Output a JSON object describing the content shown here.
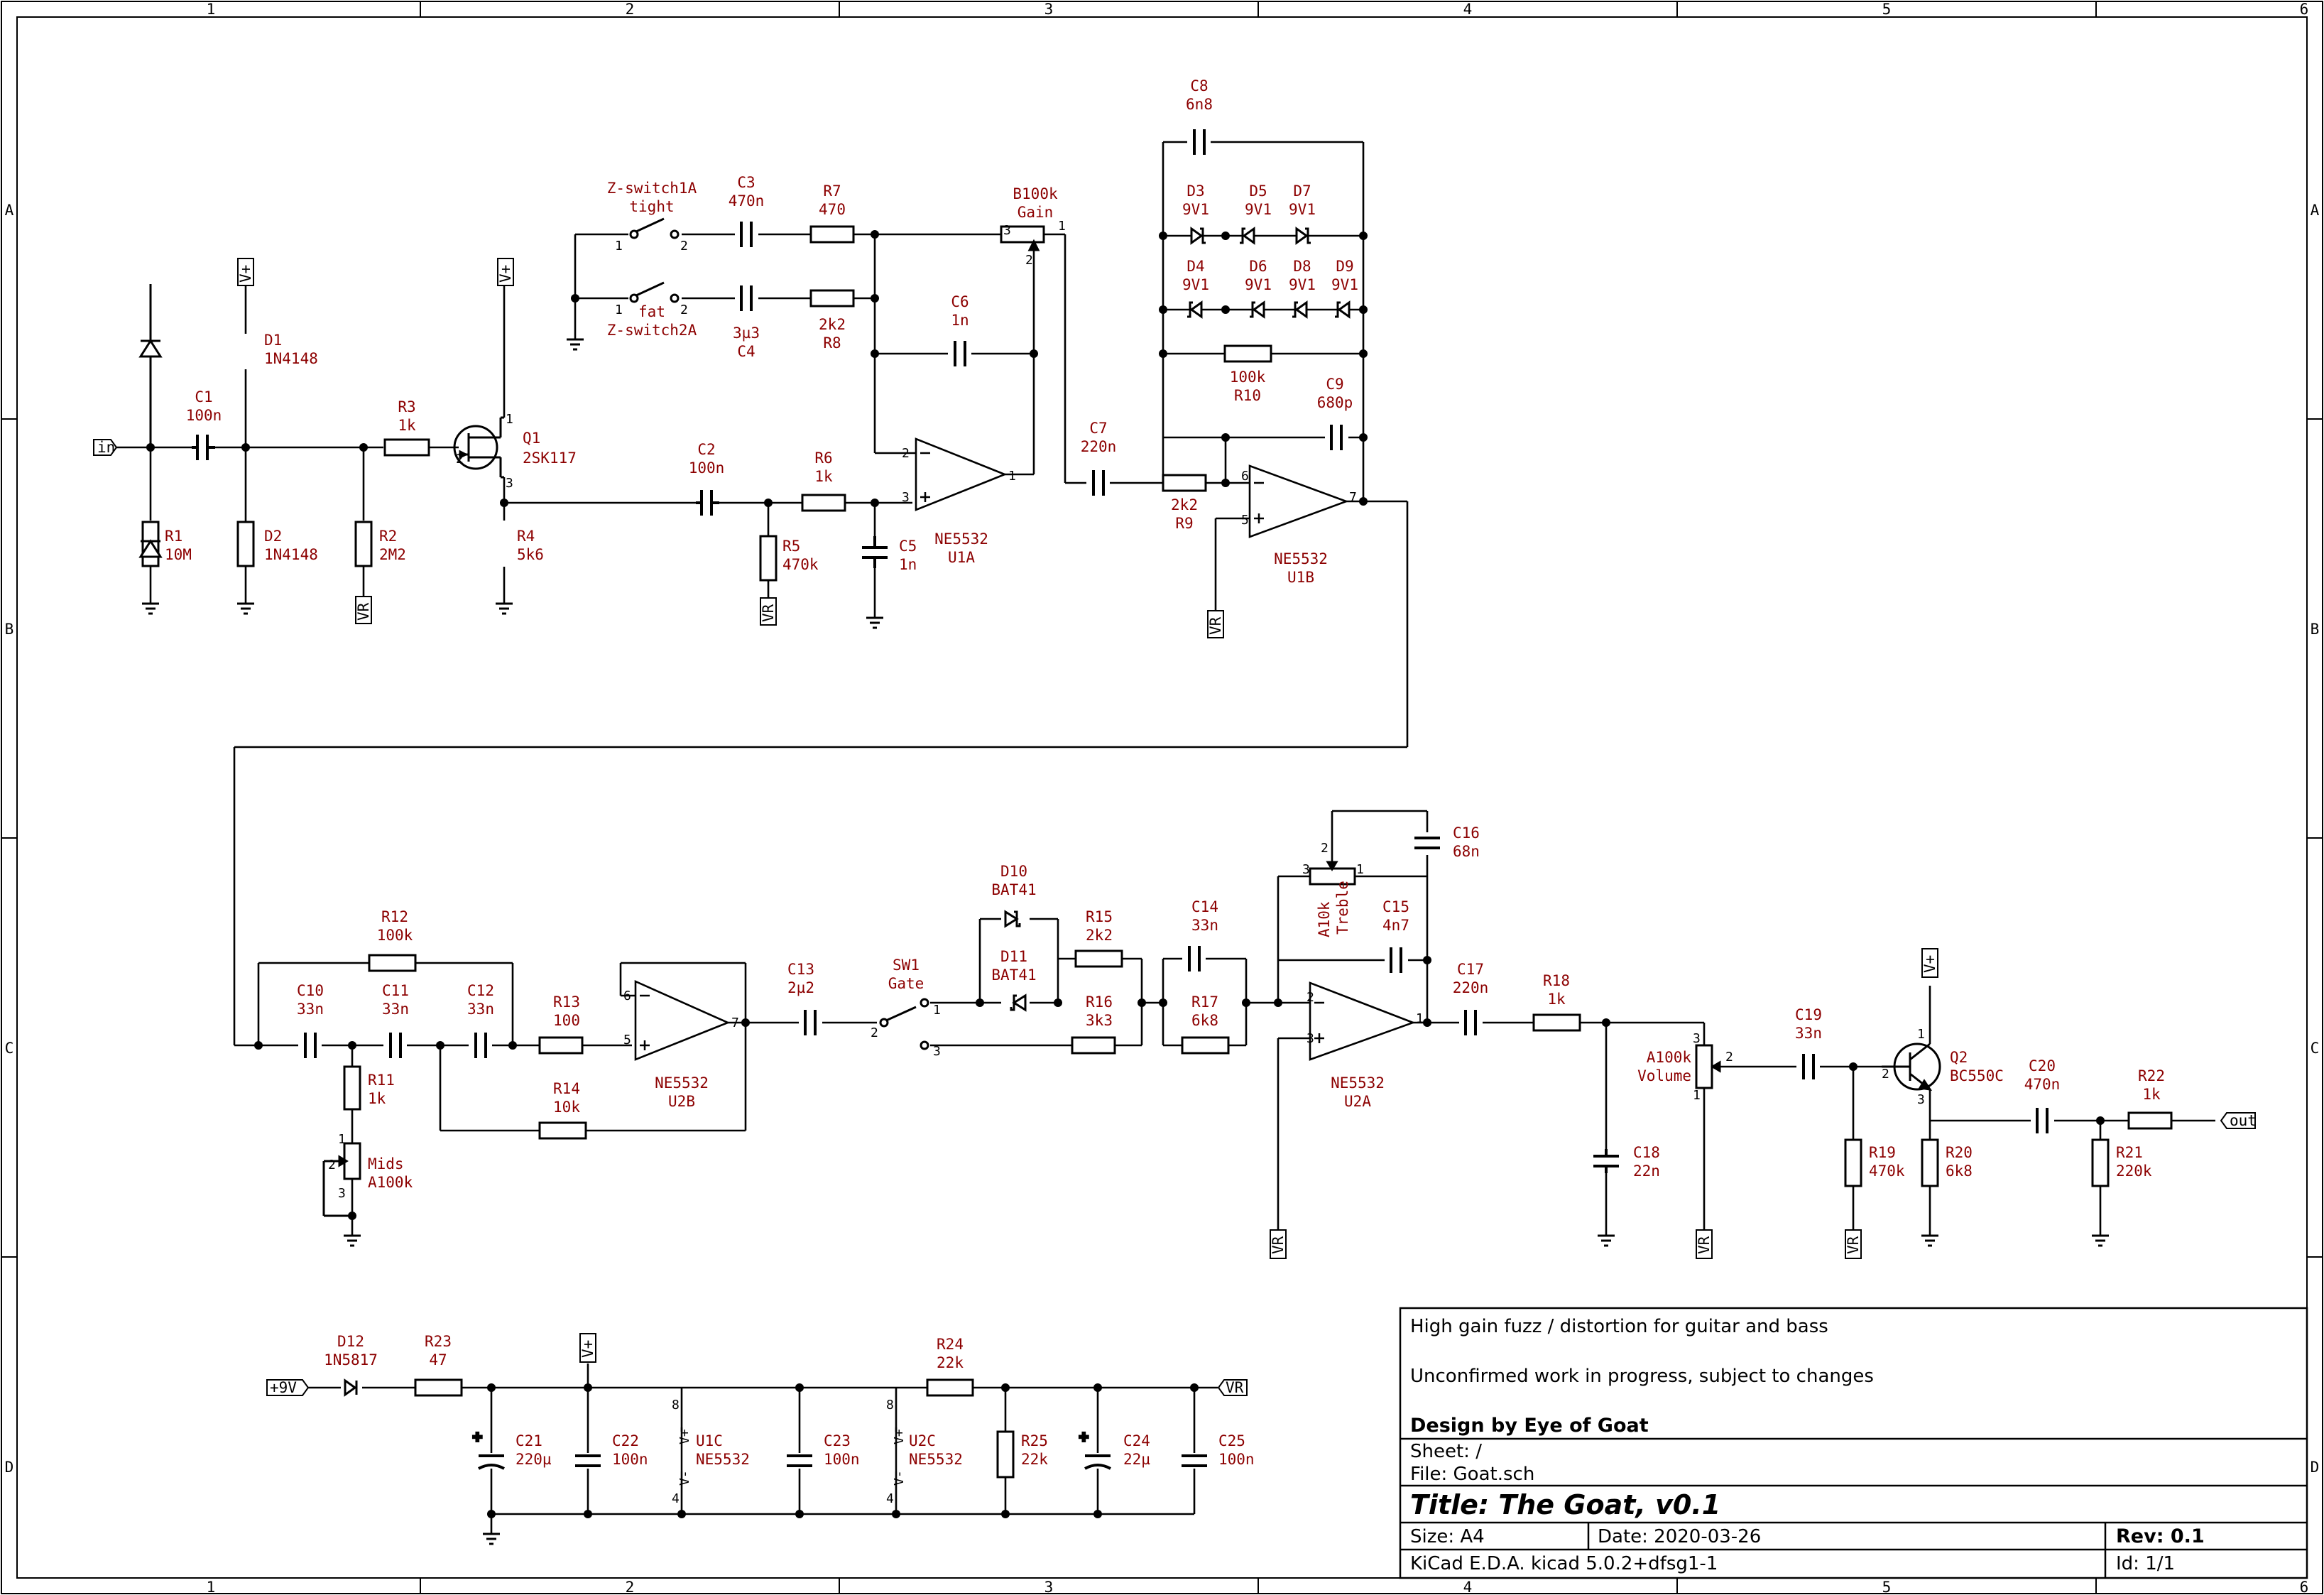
{
  "frame": {
    "cols": [
      "1",
      "2",
      "3",
      "4",
      "5",
      "6"
    ],
    "rows": [
      "A",
      "B",
      "C",
      "D"
    ]
  },
  "title_block": {
    "description": "High gain fuzz / distortion for guitar and bass",
    "note": "Unconfirmed work in progress, subject to changes",
    "designer": "Design by Eye of Goat",
    "sheet": "Sheet: /",
    "file": "File: Goat.sch",
    "title": "Title: The Goat, v0.1",
    "size": "Size: A4",
    "date": "Date: 2020-03-26",
    "rev": "Rev: 0.1",
    "tool": "KiCad E.D.A.  kicad 5.0.2+dfsg1-1",
    "id": "Id: 1/1"
  },
  "nets": {
    "in": "in",
    "out": "out",
    "vplus": "V+",
    "vr": "VR",
    "supply": "+9V"
  },
  "components": {
    "C1": {
      "ref": "C1",
      "val": "100n"
    },
    "R1": {
      "ref": "R1",
      "val": "10M"
    },
    "D1": {
      "ref": "D1",
      "val": "1N4148"
    },
    "D2": {
      "ref": "D2",
      "val": "1N4148"
    },
    "R2": {
      "ref": "R2",
      "val": "2M2"
    },
    "R3": {
      "ref": "R3",
      "val": "1k"
    },
    "Q1": {
      "ref": "Q1",
      "val": "2SK117"
    },
    "R4": {
      "ref": "R4",
      "val": "5k6"
    },
    "C2": {
      "ref": "C2",
      "val": "100n"
    },
    "R5": {
      "ref": "R5",
      "val": "470k"
    },
    "R6": {
      "ref": "R6",
      "val": "1k"
    },
    "C5": {
      "ref": "C5",
      "val": "1n"
    },
    "ZS1": {
      "ref": "Z-switch1A",
      "val": "tight"
    },
    "ZS2": {
      "ref": "Z-switch2A",
      "val": "fat"
    },
    "C3": {
      "ref": "C3",
      "val": "470n"
    },
    "C4": {
      "ref": "C4",
      "val": "3µ3"
    },
    "R7": {
      "ref": "R7",
      "val": "470"
    },
    "R8": {
      "ref": "R8",
      "val": "2k2"
    },
    "C6": {
      "ref": "C6",
      "val": "1n"
    },
    "GAIN": {
      "ref": "Gain",
      "val": "B100k"
    },
    "U1A": {
      "ref": "U1A",
      "val": "NE5532"
    },
    "C7": {
      "ref": "C7",
      "val": "220n"
    },
    "R9": {
      "ref": "R9",
      "val": "2k2"
    },
    "C8": {
      "ref": "C8",
      "val": "6n8"
    },
    "D3": {
      "ref": "D3",
      "val": "9V1"
    },
    "D4": {
      "ref": "D4",
      "val": "9V1"
    },
    "D5": {
      "ref": "D5",
      "val": "9V1"
    },
    "D6": {
      "ref": "D6",
      "val": "9V1"
    },
    "D7": {
      "ref": "D7",
      "val": "9V1"
    },
    "D8": {
      "ref": "D8",
      "val": "9V1"
    },
    "D9": {
      "ref": "D9",
      "val": "9V1"
    },
    "R10": {
      "ref": "R10",
      "val": "100k"
    },
    "C9": {
      "ref": "C9",
      "val": "680p"
    },
    "U1B": {
      "ref": "U1B",
      "val": "NE5532"
    },
    "C10": {
      "ref": "C10",
      "val": "33n"
    },
    "C11": {
      "ref": "C11",
      "val": "33n"
    },
    "C12": {
      "ref": "C12",
      "val": "33n"
    },
    "R12": {
      "ref": "R12",
      "val": "100k"
    },
    "R11": {
      "ref": "R11",
      "val": "1k"
    },
    "MIDS": {
      "ref": "Mids",
      "val": "A100k"
    },
    "R13": {
      "ref": "R13",
      "val": "100"
    },
    "R14": {
      "ref": "R14",
      "val": "10k"
    },
    "U2B": {
      "ref": "U2B",
      "val": "NE5532"
    },
    "C13": {
      "ref": "C13",
      "val": "2µ2"
    },
    "SW1": {
      "ref": "SW1",
      "val": "Gate"
    },
    "D10": {
      "ref": "D10",
      "val": "BAT41"
    },
    "D11": {
      "ref": "D11",
      "val": "BAT41"
    },
    "R15": {
      "ref": "R15",
      "val": "2k2"
    },
    "R16": {
      "ref": "R16",
      "val": "3k3"
    },
    "C14": {
      "ref": "C14",
      "val": "33n"
    },
    "R17": {
      "ref": "R17",
      "val": "6k8"
    },
    "TREBLE": {
      "ref": "Treble",
      "val": "A10k"
    },
    "C15": {
      "ref": "C15",
      "val": "4n7"
    },
    "C16": {
      "ref": "C16",
      "val": "68n"
    },
    "U2A": {
      "ref": "U2A",
      "val": "NE5532"
    },
    "C17": {
      "ref": "C17",
      "val": "220n"
    },
    "R18": {
      "ref": "R18",
      "val": "1k"
    },
    "C18": {
      "ref": "C18",
      "val": "22n"
    },
    "VOLUME": {
      "ref": "Volume",
      "val": "A100k"
    },
    "C19": {
      "ref": "C19",
      "val": "33n"
    },
    "Q2": {
      "ref": "Q2",
      "val": "BC550C"
    },
    "R19": {
      "ref": "R19",
      "val": "470k"
    },
    "R20": {
      "ref": "R20",
      "val": "6k8"
    },
    "C20": {
      "ref": "C20",
      "val": "470n"
    },
    "R21": {
      "ref": "R21",
      "val": "220k"
    },
    "R22": {
      "ref": "R22",
      "val": "1k"
    },
    "D12": {
      "ref": "D12",
      "val": "1N5817"
    },
    "R23": {
      "ref": "R23",
      "val": "47"
    },
    "C21": {
      "ref": "C21",
      "val": "220µ"
    },
    "C22": {
      "ref": "C22",
      "val": "100n"
    },
    "U1C": {
      "ref": "U1C",
      "val": "NE5532"
    },
    "C23": {
      "ref": "C23",
      "val": "100n"
    },
    "U2C": {
      "ref": "U2C",
      "val": "NE5532"
    },
    "R24": {
      "ref": "R24",
      "val": "22k"
    },
    "R25": {
      "ref": "R25",
      "val": "22k"
    },
    "C24": {
      "ref": "C24",
      "val": "22µ"
    },
    "C25": {
      "ref": "C25",
      "val": "100n"
    }
  },
  "pins": {
    "p1": "1",
    "p2": "2",
    "p3": "3",
    "p4": "4",
    "p5": "5",
    "p6": "6",
    "p7": "7",
    "p8": "8",
    "vplus": "V+",
    "vminus": "V-"
  }
}
